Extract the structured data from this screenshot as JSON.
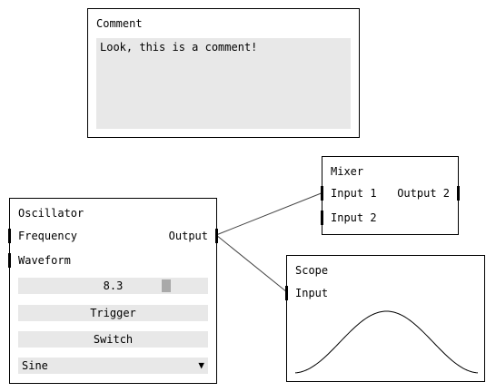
{
  "comment": {
    "title": "Comment",
    "text": "Look, this is a comment!"
  },
  "oscillator": {
    "title": "Oscillator",
    "inputs": [
      "Frequency",
      "Waveform"
    ],
    "output": "Output",
    "slider": {
      "value_label": "8.3",
      "fraction": 0.8
    },
    "trigger_label": "Trigger",
    "switch_label": "Switch",
    "waveform_select": {
      "selected": "Sine",
      "arrow": "▼"
    }
  },
  "mixer": {
    "title": "Mixer",
    "inputs": [
      "Input 1",
      "Input 2"
    ],
    "output": "Output 2"
  },
  "scope": {
    "title": "Scope",
    "input": "Input",
    "waveform": "sine"
  },
  "colors": {
    "control_bg": "#e8e8e8",
    "slider_thumb": "#a9a9a9",
    "border": "#000000"
  }
}
